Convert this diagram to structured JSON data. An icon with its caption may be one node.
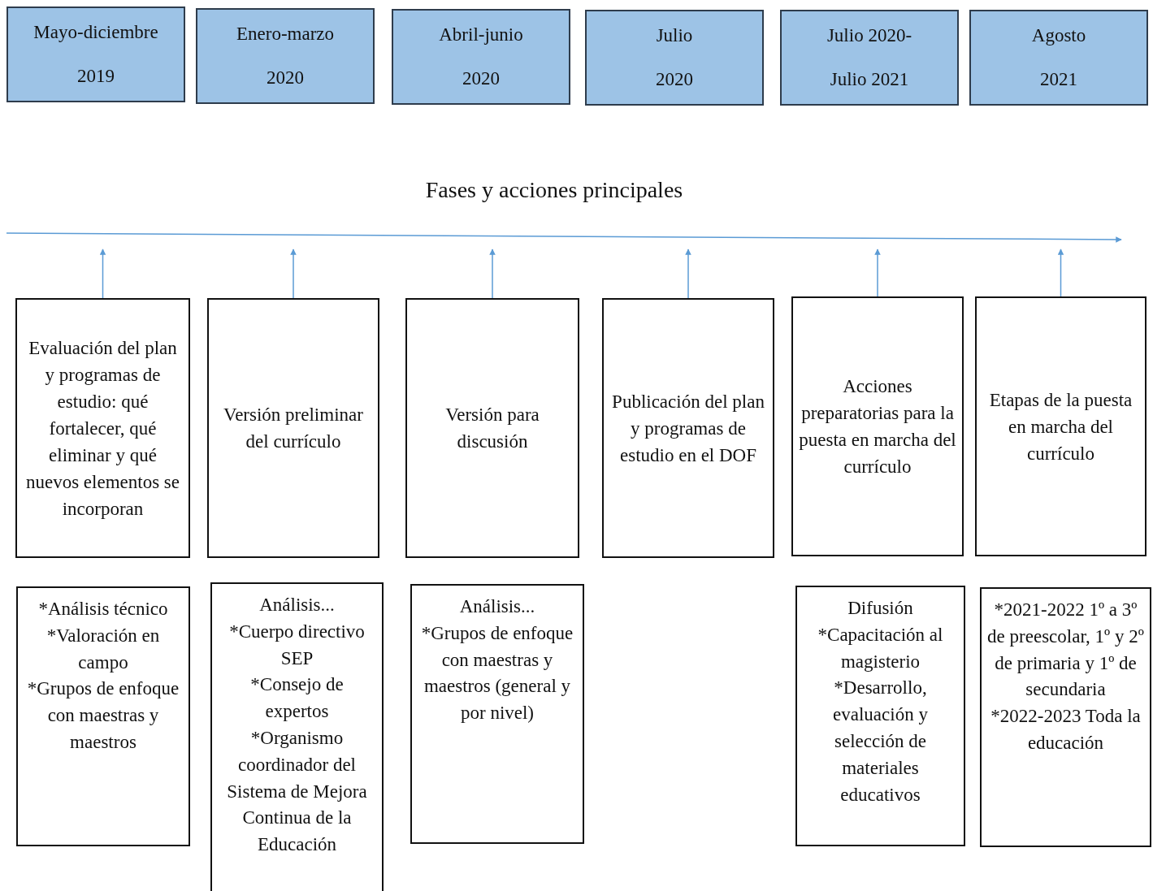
{
  "diagram": {
    "title": "Fases y acciones principales",
    "nodes": [
      {
        "text": [
          "Mayo-diciembre",
          "2019"
        ]
      },
      {
        "text": [
          "Enero-marzo",
          "2020"
        ]
      },
      {
        "text": [
          "Abril-junio",
          "2020"
        ]
      },
      {
        "text": [
          "Julio",
          "2020"
        ]
      },
      {
        "text": [
          "Julio 2020-",
          "Julio 2021"
        ]
      },
      {
        "text": [
          "Agosto",
          "2021"
        ]
      },
      {
        "text": [
          "Evaluación del plan y programas de estudio: qué fortalecer, qué eliminar y qué nuevos elementos se incorporan"
        ]
      },
      {
        "text": [
          "Versión preliminar del currículo"
        ]
      },
      {
        "text": [
          "Versión para discusión"
        ]
      },
      {
        "text": [
          "Publicación del plan y programas de estudio en el DOF"
        ]
      },
      {
        "text": [
          "Acciones preparatorias para la puesta en marcha del currículo"
        ]
      },
      {
        "text": [
          "Etapas de la puesta en marcha del currículo"
        ]
      },
      {
        "text": [
          "*Análisis técnico",
          "*Valoración en campo",
          "*Grupos de enfoque con maestras y maestros"
        ]
      },
      {
        "text": [
          "Análisis...",
          "*Cuerpo directivo SEP",
          "*Consejo de expertos",
          "*Organismo coordinador del Sistema de Mejora Continua de la Educación"
        ]
      },
      {
        "text": [
          "Análisis...",
          "*Grupos de enfoque con maestras y maestros (general y por nivel)"
        ]
      },
      {
        "text": [
          "Difusión",
          "*Capacitación al magisterio",
          "*Desarrollo, evaluación y selección de materiales educativos"
        ]
      },
      {
        "text": [
          "*2021-2022 1º a 3º de preescolar, 1º y 2º de primaria y 1º de secundaria",
          "*2022-2023 Toda la educación"
        ]
      }
    ],
    "edges": [
      {
        "from": 6,
        "to": null,
        "arrow": "to"
      },
      {
        "from": 7,
        "to": null,
        "arrow": "to"
      },
      {
        "from": 8,
        "to": null,
        "arrow": "to"
      },
      {
        "from": 9,
        "to": null,
        "arrow": "to"
      },
      {
        "from": 10,
        "to": null,
        "arrow": "to"
      },
      {
        "from": 11,
        "to": null,
        "arrow": "to"
      }
    ]
  }
}
